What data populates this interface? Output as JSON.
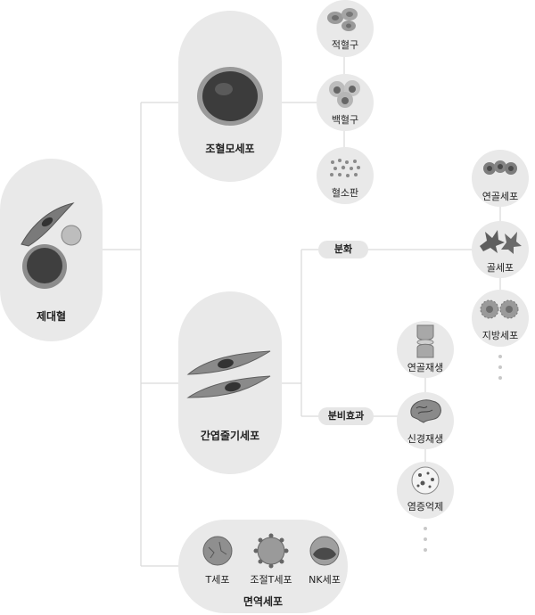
{
  "nodes": {
    "umbilical_cord_blood": "제대혈",
    "hematopoietic_stem_cell": "조혈모세포",
    "mesenchymal_stem_cell": "간엽줄기세포",
    "immune_cell": "면역세포"
  },
  "blood_cells": [
    "적혈구",
    "백혈구",
    "혈소판"
  ],
  "branches": {
    "differentiation": "분화",
    "secretion_effect": "분비효과"
  },
  "differentiated_cells": [
    "연골세포",
    "골세포",
    "지방세포"
  ],
  "secretion_effects": [
    "연골재생",
    "신경재생",
    "염증억제"
  ],
  "immune_cells": [
    "T세포",
    "조절T세포",
    "NK세포"
  ],
  "colors": {
    "bubble": "#e9e9e9",
    "line": "#d6d6d6",
    "cell_dark": "#4a4a4a",
    "cell_mid": "#8a8a8a"
  }
}
